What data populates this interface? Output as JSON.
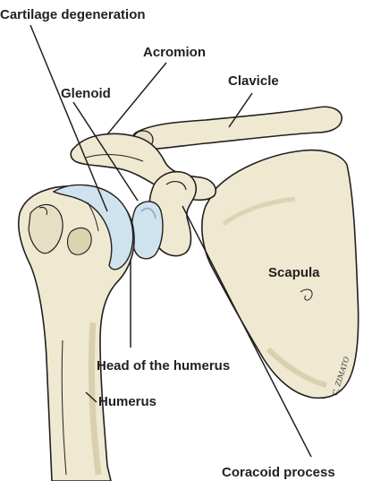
{
  "labels": {
    "cartilage_degeneration": "Cartilage degeneration",
    "acromion": "Acromion",
    "glenoid": "Glenoid",
    "clavicle": "Clavicle",
    "scapula": "Scapula",
    "head_of_humerus": "Head of the humerus",
    "humerus": "Humerus",
    "coracoid_process": "Coracoid process"
  },
  "signature": "C. ZIMATO",
  "colors": {
    "bone_fill": "#efe9d2",
    "bone_shadow": "#dcd3b2",
    "outline": "#231f20",
    "cartilage": "#cfe3ee",
    "label_text": "#231f20"
  }
}
